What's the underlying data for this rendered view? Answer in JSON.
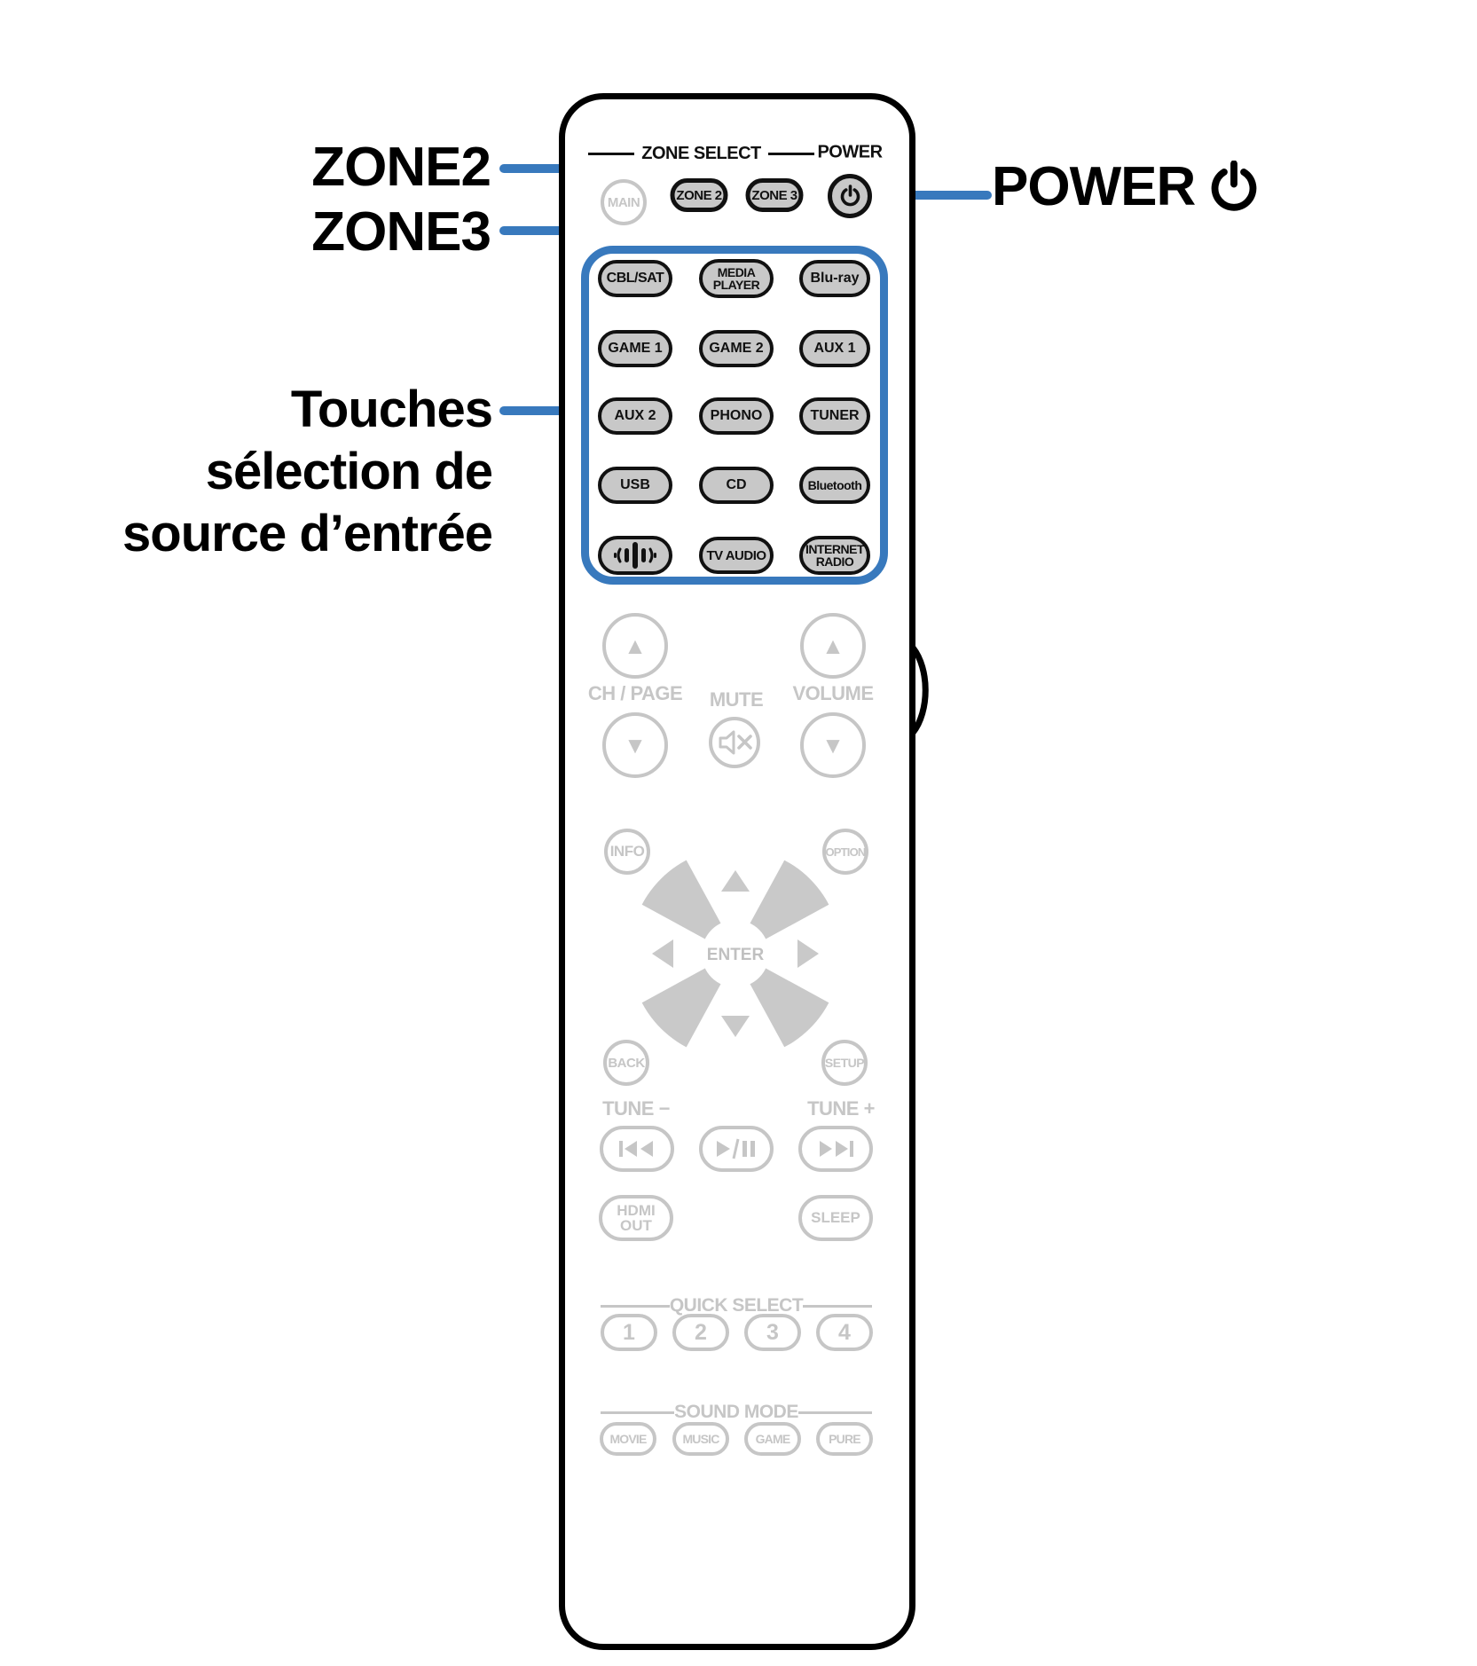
{
  "colors": {
    "accent_blue": "#3879bd",
    "button_fill": "#c8c8c8",
    "inactive_gray": "#c6c6c6",
    "outline_black": "#111111"
  },
  "annotations": {
    "zone2": "ZONE2",
    "zone3": "ZONE3",
    "power": "POWER",
    "source_line1": "Touches",
    "source_line2": "sélection de",
    "source_line3": "source d’entrée"
  },
  "remote": {
    "zone_select_header": "ZONE SELECT",
    "power_header": "POWER",
    "main": "MAIN",
    "zone2": "ZONE 2",
    "zone3": "ZONE 3",
    "sources": {
      "cbl_sat": "CBL/SAT",
      "media_player_l1": "MEDIA",
      "media_player_l2": "PLAYER",
      "blu_ray": "Blu-ray",
      "game1": "GAME 1",
      "game2": "GAME 2",
      "aux1": "AUX 1",
      "aux2": "AUX 2",
      "phono": "PHONO",
      "tuner": "TUNER",
      "usb": "USB",
      "cd": "CD",
      "bluetooth": "Bluetooth",
      "tv_audio": "TV AUDIO",
      "internet_radio_l1": "INTERNET",
      "internet_radio_l2": "RADIO"
    },
    "controls": {
      "ch_page": "CH / PAGE",
      "mute": "MUTE",
      "volume": "VOLUME",
      "up_arrow": "▲",
      "down_arrow": "▼",
      "info": "INFO",
      "option": "OPTION",
      "enter": "ENTER",
      "back": "BACK",
      "setup": "SETUP",
      "tune_minus": "TUNE −",
      "tune_plus": "TUNE +",
      "hdmi_l1": "HDMI",
      "hdmi_l2": "OUT",
      "sleep": "SLEEP",
      "quick_select_header": "QUICK SELECT",
      "qs1": "1",
      "qs2": "2",
      "qs3": "3",
      "qs4": "4",
      "sound_mode_header": "SOUND MODE",
      "movie": "MOVIE",
      "music": "MUSIC",
      "game": "GAME",
      "pure": "PURE"
    }
  },
  "icons": {
    "power": "power-icon",
    "mute": "mute-speaker-icon",
    "speaker_source": "heos-speaker-icon",
    "skip_back": "skip-back-icon",
    "play_pause": "play-pause-icon",
    "skip_forward": "skip-forward-icon",
    "up_glyph": "▲",
    "down_glyph": "▼"
  }
}
